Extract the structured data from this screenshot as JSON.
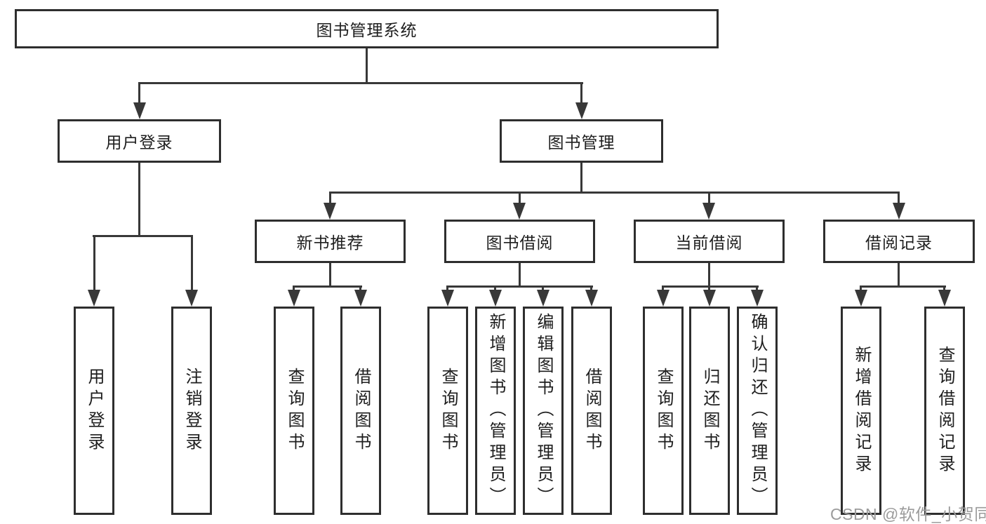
{
  "diagram": {
    "root": "图书管理系统",
    "nodes": [
      {
        "label": "用户登录",
        "children": [
          "用户登录",
          "注销登录"
        ]
      },
      {
        "label": "图书管理",
        "children": [
          {
            "label": "新书推荐",
            "children": [
              "查询图书",
              "借阅图书"
            ]
          },
          {
            "label": "图书借阅",
            "children": [
              "查询图书",
              "新增图书（管理员）",
              "编辑图书（管理员）",
              "借阅图书"
            ]
          },
          {
            "label": "当前借阅",
            "children": [
              "查询图书",
              "归还图书",
              "确认归还（管理员）"
            ]
          },
          {
            "label": "借阅记录",
            "children": [
              "新增借阅记录",
              "查询借阅记录"
            ]
          }
        ]
      }
    ]
  },
  "watermark": "CSDN @软件_小贺同学",
  "colors": {
    "background": "#ffffff",
    "line": "#383838",
    "border": "#2e2e2e",
    "text": "#1e1e1e",
    "watermark": "#9b9b9b"
  }
}
